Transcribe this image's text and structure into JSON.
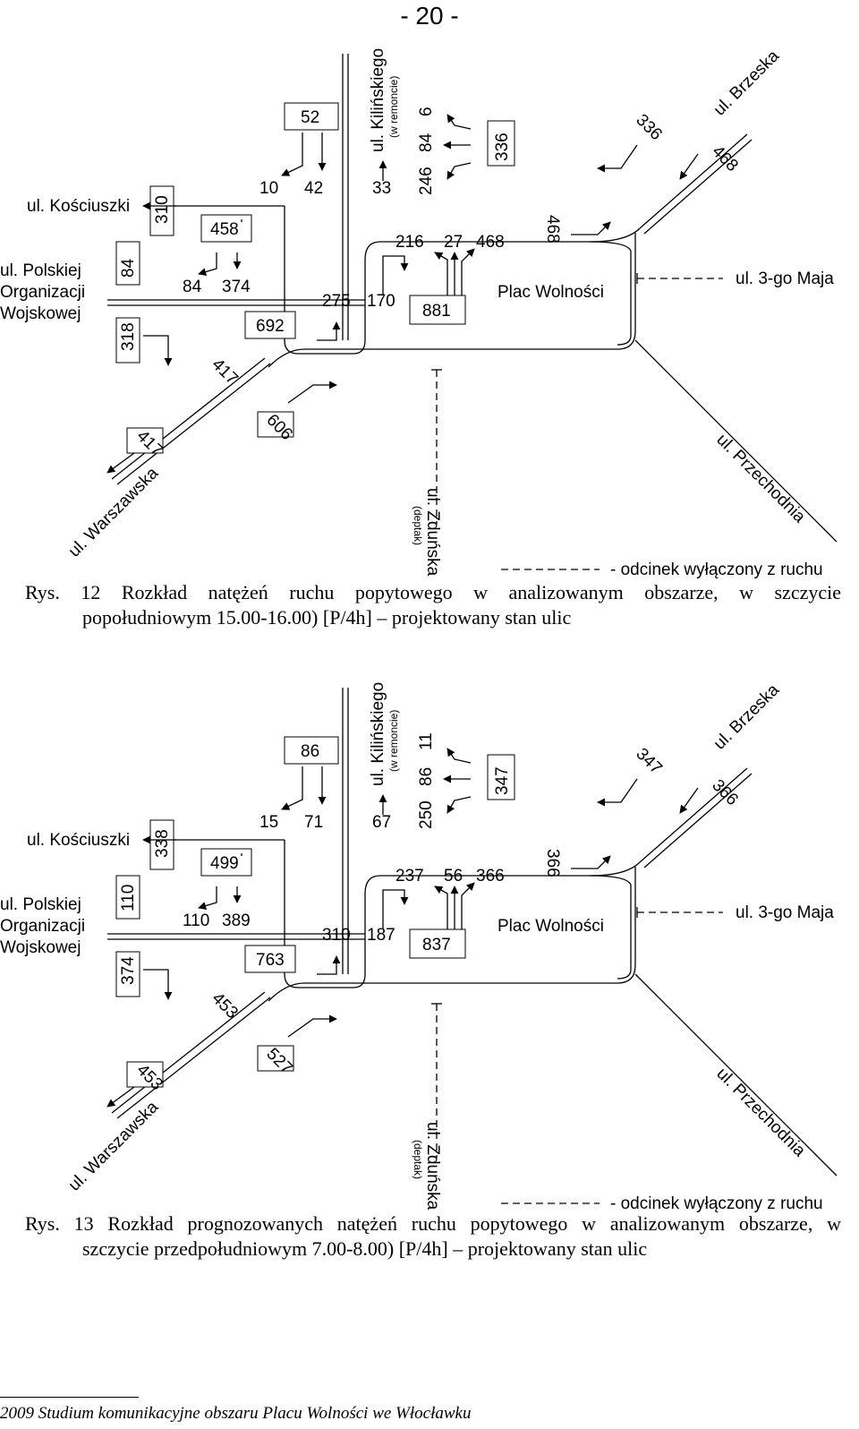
{
  "page_number": "- 20 -",
  "footer": "2009 Studium komunikacyjne obszaru Placu Wolności we Włocławku",
  "streets": {
    "kosciuszki": "ul. Kościuszki",
    "polskiej_1": "ul. Polskiej",
    "polskiej_2": "Organizacji",
    "polskiej_3": "Wojskowej",
    "kilinskiego": "ul. Kilińskiego",
    "kilinskiego_note": "(w remoncie)",
    "brzeska": "ul. Brzeska",
    "maja": "ul. 3-go Maja",
    "plac": "Plac Wolności",
    "warszawska": "ul. Warszawska",
    "zdunska": "ul. Zduńska",
    "zdunska_note": "(deptak)",
    "przechodnia": "ul. Przechodnia",
    "legend": "- odcinek wyłączony z ruchu"
  },
  "diagram1": {
    "flows": {
      "kosc_box": "310",
      "pol_in": "84",
      "pol_out": "318",
      "box458": "458",
      "v84": "84",
      "v374": "374",
      "v10": "10",
      "v42": "42",
      "box52": "52",
      "v33": "33",
      "v246": "246",
      "v84b": "84",
      "v6": "6",
      "box336v": "336",
      "brz_out": "336",
      "brz_in": "468",
      "v216": "216",
      "v27": "27",
      "v468": "468",
      "box468v": "468",
      "v275": "275",
      "v170": "170",
      "box881": "881",
      "box692": "692",
      "war_in": "417",
      "war_box": "417",
      "war_out": "606"
    },
    "caption_line1": "Rys. 12 Rozkład natężeń ruchu popytowego w analizowanym obszarze, w szczycie",
    "caption_line2": "popołudniowym 15.00-16.00) [P/4h] – projektowany stan ulic"
  },
  "diagram2": {
    "flows": {
      "kosc_box": "338",
      "pol_in": "110",
      "pol_out": "374",
      "box458": "499",
      "v84": "110",
      "v374": "389",
      "v10": "15",
      "v42": "71",
      "box52": "86",
      "v33": "67",
      "v246": "250",
      "v84b": "86",
      "v6": "11",
      "box336v": "347",
      "brz_out": "347",
      "brz_in": "366",
      "v216": "237",
      "v27": "56",
      "v468": "366",
      "box468v": "366",
      "v275": "310",
      "v170": "187",
      "box881": "837",
      "box692": "763",
      "war_in": "453",
      "war_box": "453",
      "war_out": "527"
    },
    "caption_line1": "Rys. 13 Rozkład prognozowanych natężeń ruchu popytowego w analizowanym obszarze, w",
    "caption_line2": "szczycie przedpołudniowym 7.00-8.00) [P/4h] – projektowany stan ulic"
  }
}
